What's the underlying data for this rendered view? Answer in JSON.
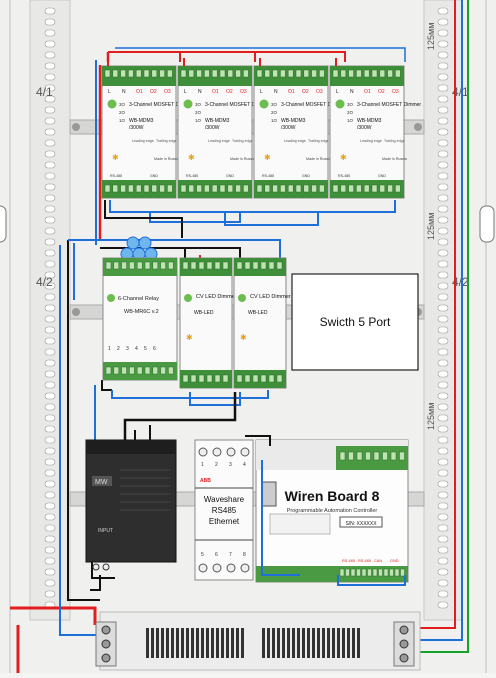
{
  "rows": {
    "row1": "4/1",
    "row2": "4/2"
  },
  "dim_label": "125мм",
  "dimmer": {
    "title": "3-Channel MOSFET Dimmer",
    "model": "WB-MDM3",
    "power": "/300W",
    "channels": [
      "3O",
      "2O",
      "1O"
    ],
    "made": "Made in Russia",
    "edges": [
      "Leading edge",
      "Trailing edge"
    ],
    "term": [
      "L",
      "N",
      "O1",
      "O2",
      "O3"
    ],
    "bottom": [
      "RS-485",
      "GND"
    ]
  },
  "relay": {
    "title": "6-Channel Relay",
    "model": "WB-MR6C v.2",
    "nums": [
      "1",
      "2",
      "3",
      "4",
      "5",
      "6"
    ]
  },
  "cvled": {
    "title": "CV LED Dimmer",
    "model": "WB-LED"
  },
  "switch_label": "Swicth 5 Port",
  "psu": {
    "brand": "MW",
    "label": "INPUT"
  },
  "abb": {
    "brand": "ABB",
    "line1": "Waveshare",
    "line2": "RS485",
    "line3": "Ethernet",
    "top": [
      "1",
      "2",
      "3",
      "4"
    ],
    "bottom": [
      "5",
      "6",
      "7",
      "8"
    ]
  },
  "wb8": {
    "title": "Wiren Board 8",
    "subtitle": "Programmable Automation Controller",
    "sn": "S/N: XXXXXX",
    "ports": [
      "RS-485",
      "RS-485",
      "CAN",
      "GND"
    ]
  },
  "colors": {
    "red": "#e21d1d",
    "blue": "#1e6fd9",
    "black": "#111111",
    "green": "#19a12a",
    "module": "#5aa84a",
    "terminal": "#3f8f3a"
  }
}
